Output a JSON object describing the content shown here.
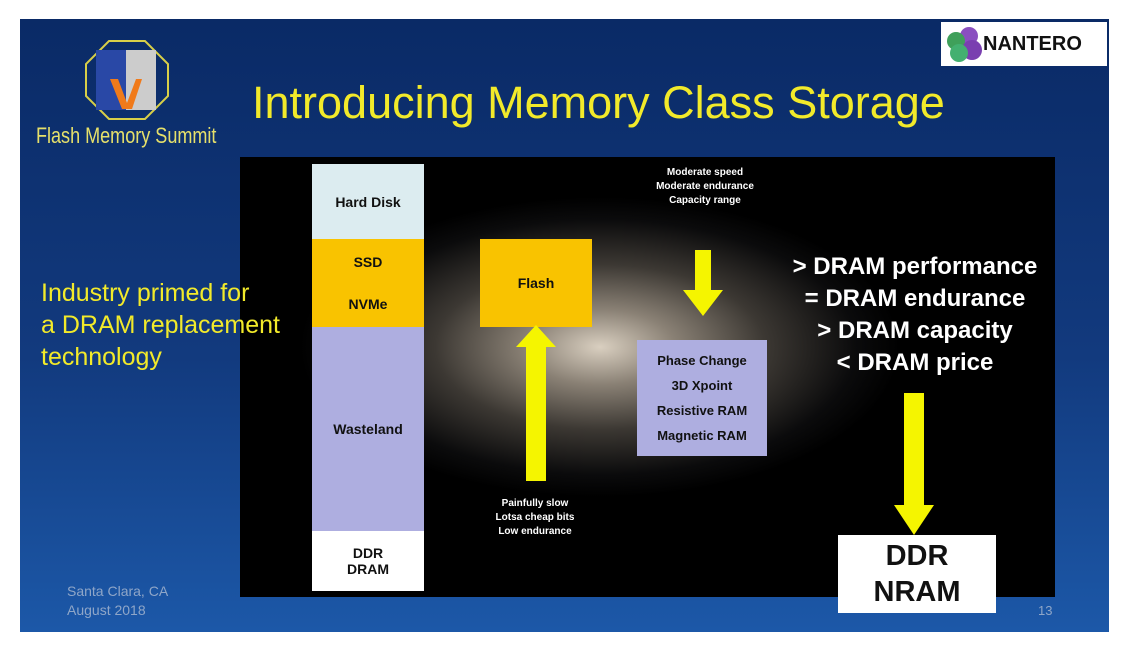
{
  "header": {
    "title": "Introducing Memory Class Storage",
    "logo_text": "Flash Memory Summit",
    "sponsor_logo": "NANTERO"
  },
  "sidebar_text": [
    "Industry primed for",
    "a DRAM replacement",
    "technology"
  ],
  "footer": {
    "location": "Santa Clara, CA",
    "date": "August 2018",
    "page_number": "13"
  },
  "hierarchy": {
    "hard_disk": "Hard Disk",
    "ssd": "SSD",
    "nvme": "NVMe",
    "wasteland": "Wasteland",
    "ddr": "DDR",
    "dram": "DRAM"
  },
  "flash": {
    "label": "Flash",
    "notes": [
      "Painfully slow",
      "Lotsa cheap bits",
      "Low endurance"
    ]
  },
  "emerging": {
    "notes": [
      "Moderate speed",
      "Moderate endurance",
      "Capacity range"
    ],
    "items": [
      "Phase Change",
      "3D Xpoint",
      "Resistive RAM",
      "Magnetic RAM"
    ]
  },
  "nram": {
    "claims": [
      "> DRAM performance",
      "= DRAM endurance",
      "> DRAM capacity",
      "< DRAM price"
    ],
    "line1": "DDR",
    "line2": "NRAM"
  },
  "colors": {
    "title": "#f2ea2a",
    "arrow": "#f5f500",
    "gold": "#f9c300",
    "lavender": "#aeaee0"
  }
}
